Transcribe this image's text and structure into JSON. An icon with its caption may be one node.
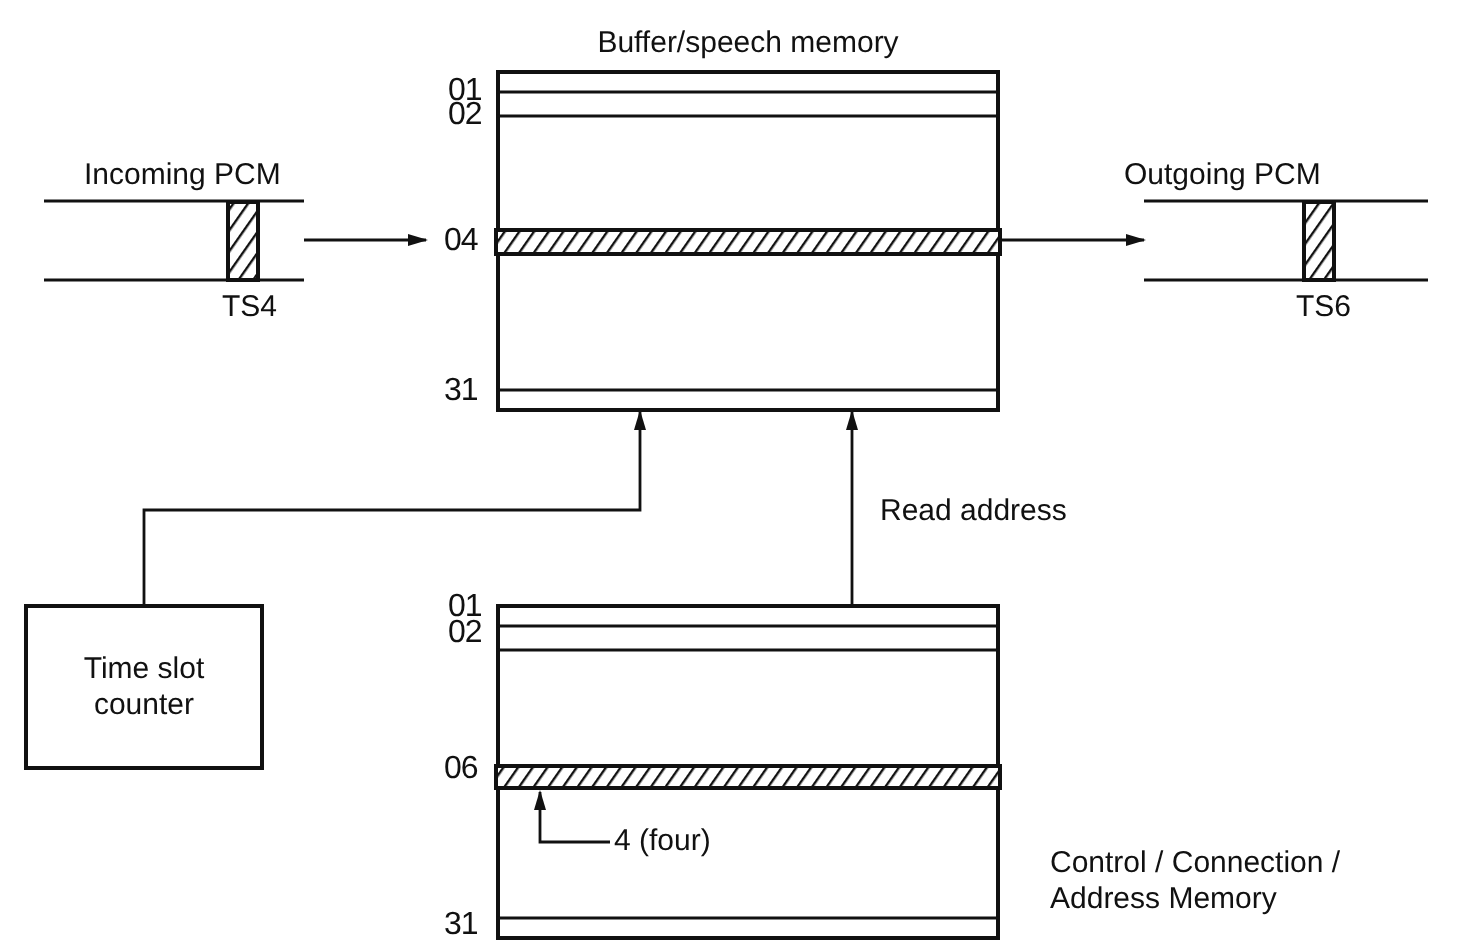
{
  "diagram": {
    "nodes": [
      {
        "text": [
          "Buffer/speech memory"
        ]
      },
      {
        "text": [
          "Incoming PCM"
        ],
        "beside": [
          "TS4"
        ]
      },
      {
        "text": [
          "Outgoing PCM"
        ],
        "beside": [
          "TS6"
        ]
      },
      {
        "text": [
          "Time slot counter"
        ]
      },
      {
        "text": [],
        "shape": "box",
        "beside": [
          "Control / Connection / Address Memory"
        ]
      },
      {
        "text": [
          "4 (four)"
        ],
        "in": 4
      }
    ],
    "edges": [
      {
        "from": 1,
        "to": 0,
        "arrow": "to"
      },
      {
        "from": 0,
        "to": 2,
        "arrow": "to"
      },
      {
        "from": 3,
        "to": 0,
        "arrow": "to"
      },
      {
        "from": 4,
        "to": 0,
        "arrow": "to",
        "label": "Read address"
      },
      {
        "from": 5,
        "to": null,
        "arrow": "to"
      }
    ],
    "labels": [
      "01",
      "02",
      "04",
      "31",
      "01",
      "02",
      "06",
      "31"
    ]
  }
}
